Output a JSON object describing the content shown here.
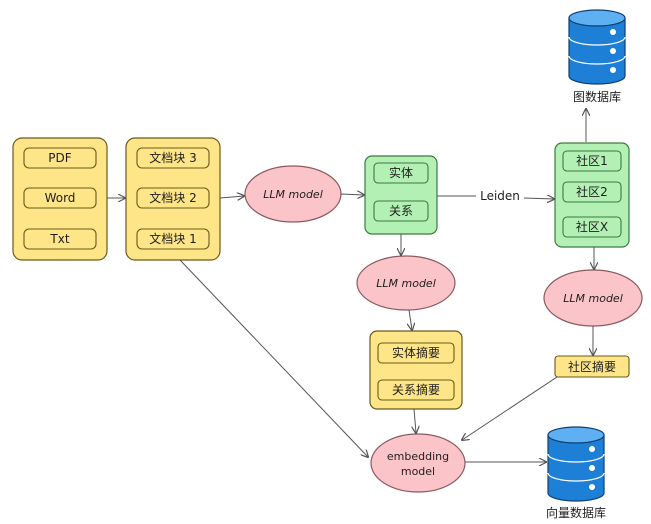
{
  "sources": {
    "items": [
      "PDF",
      "Word",
      "Txt"
    ]
  },
  "chunks": {
    "items": [
      "文档块 3",
      "文档块 2",
      "文档块 1"
    ]
  },
  "llm1": {
    "label": "LLM model"
  },
  "extract": {
    "items": [
      "实体",
      "关系"
    ]
  },
  "llm2": {
    "label": "LLM model"
  },
  "summaries": {
    "items": [
      "实体摘要",
      "关系摘要"
    ]
  },
  "leiden": {
    "label": "Leiden"
  },
  "communities": {
    "items": [
      "社区1",
      "社区2",
      "社区X"
    ]
  },
  "graph_db": {
    "label": "图数据库"
  },
  "llm3": {
    "label": "LLM model"
  },
  "community_summary": {
    "label": "社区摘要"
  },
  "embedding": {
    "line1": "embedding",
    "line2": "model"
  },
  "vector_db": {
    "label": "向量数据库"
  },
  "colors": {
    "yellow_fill": "#fde588",
    "yellow_stroke": "#6b5a1a",
    "green_fill": "#b2f0b4",
    "green_stroke": "#3d7a3f",
    "pink_fill": "#fbc4c8",
    "pink_stroke": "#8a5a5e",
    "db_blue": "#1e7fd6",
    "arrow": "#555555"
  }
}
